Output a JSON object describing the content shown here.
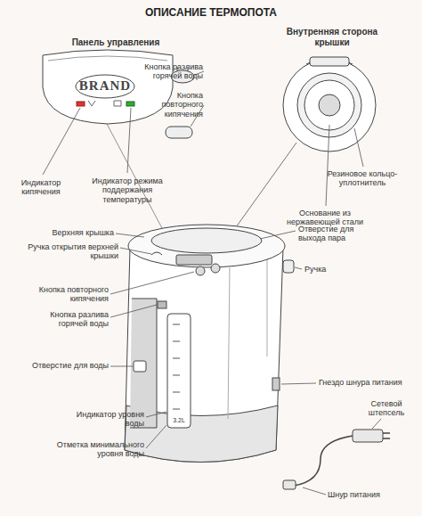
{
  "diagram": {
    "title": "ОПИСАНИЕ ТЕРМОПОТА",
    "labels": [
      "Панель управления",
      "Внутренняя сторона крышки",
      "BRAND",
      "Кнопка разлива горячей воды",
      "Кнопка повторного кипячения",
      "Индикатор кипячения",
      "Индикатор режима поддержания температуры",
      "Резиновое кольцо-уплотнитель",
      "Основание из нержавеющей стали",
      "Верхняя крышка",
      "Отверстие для выхода пара",
      "Ручка открытия верхней крышки",
      "Ручка",
      "Кнопка повторного кипячения",
      "Кнопка разлива горячей воды",
      "Отверстие для воды",
      "Гнездо шнура питания",
      "Индикатор уровня воды",
      "Сетевой штепсель",
      "Отметка минимального уровня воды",
      "Шнур питания",
      "3.2L"
    ]
  }
}
